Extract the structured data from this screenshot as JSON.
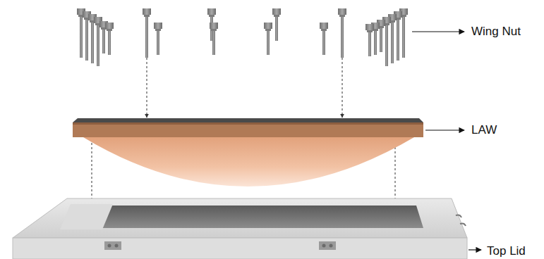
{
  "diagram": {
    "labels": [
      "Wing Nut",
      "LAW",
      "Top Lid"
    ]
  }
}
